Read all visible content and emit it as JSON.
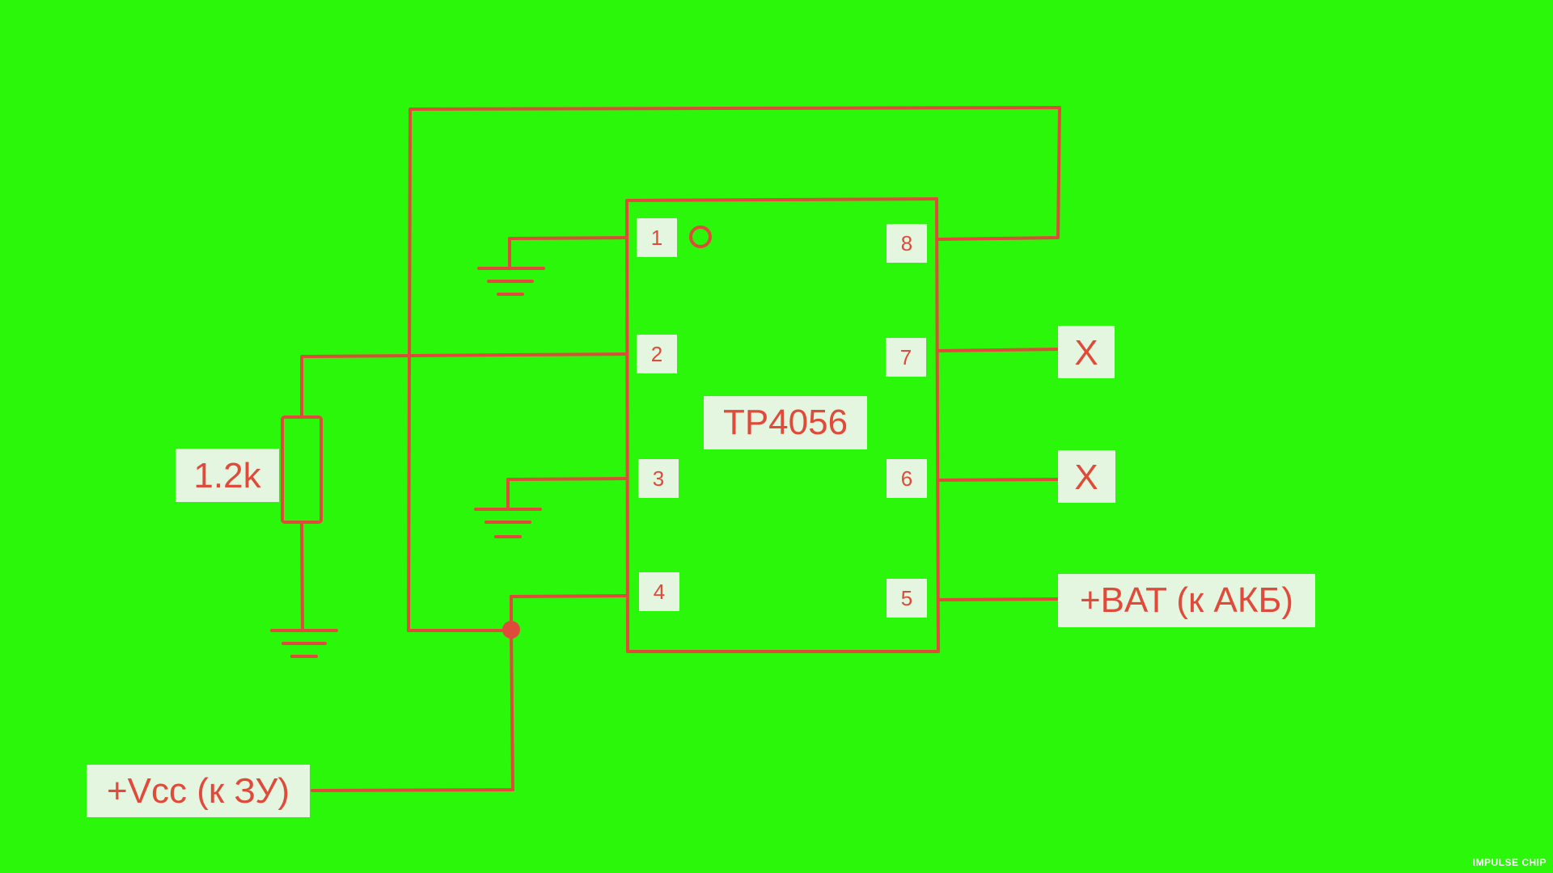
{
  "colors": {
    "background": "#2bf70a",
    "wire": "#e04a3a",
    "label_fill": "#e4f5e0",
    "text": "#e04a3a"
  },
  "ic": {
    "name": "TP4056",
    "pins": [
      "1",
      "2",
      "3",
      "4",
      "5",
      "6",
      "7",
      "8"
    ]
  },
  "labels": {
    "resistor": "1.2k",
    "vcc": "+Vcc (к ЗУ)",
    "bat": "+BAT (к АКБ)",
    "pin7_out": "X",
    "pin6_out": "X"
  },
  "watermark": "IMPULSE CHIP"
}
